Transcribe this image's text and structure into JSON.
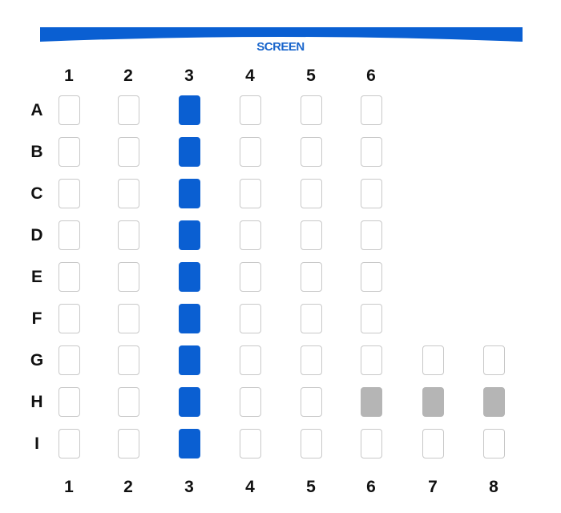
{
  "screen": {
    "label": "SCREEN"
  },
  "columns_top": [
    "1",
    "2",
    "3",
    "4",
    "5",
    "6"
  ],
  "columns_bottom": [
    "1",
    "2",
    "3",
    "4",
    "5",
    "6",
    "7",
    "8"
  ],
  "colors": {
    "selected": "#0a5fd2",
    "available_border": "#c8c8c8",
    "unavailable": "#b5b5b5",
    "screen": "#0a5fd2"
  },
  "rows": [
    {
      "label": "A",
      "seats": [
        "available",
        "available",
        "selected",
        "available",
        "available",
        "available"
      ]
    },
    {
      "label": "B",
      "seats": [
        "available",
        "available",
        "selected",
        "available",
        "available",
        "available"
      ]
    },
    {
      "label": "C",
      "seats": [
        "available",
        "available",
        "selected",
        "available",
        "available",
        "available"
      ]
    },
    {
      "label": "D",
      "seats": [
        "available",
        "available",
        "selected",
        "available",
        "available",
        "available"
      ]
    },
    {
      "label": "E",
      "seats": [
        "available",
        "available",
        "selected",
        "available",
        "available",
        "available"
      ]
    },
    {
      "label": "F",
      "seats": [
        "available",
        "available",
        "selected",
        "available",
        "available",
        "available"
      ]
    },
    {
      "label": "G",
      "seats": [
        "available",
        "available",
        "selected",
        "available",
        "available",
        "available",
        "available",
        "available"
      ]
    },
    {
      "label": "H",
      "seats": [
        "available",
        "available",
        "selected",
        "available",
        "available",
        "unavailable",
        "unavailable",
        "unavailable"
      ]
    },
    {
      "label": "I",
      "seats": [
        "available",
        "available",
        "selected",
        "available",
        "available",
        "available",
        "available",
        "available"
      ]
    }
  ]
}
